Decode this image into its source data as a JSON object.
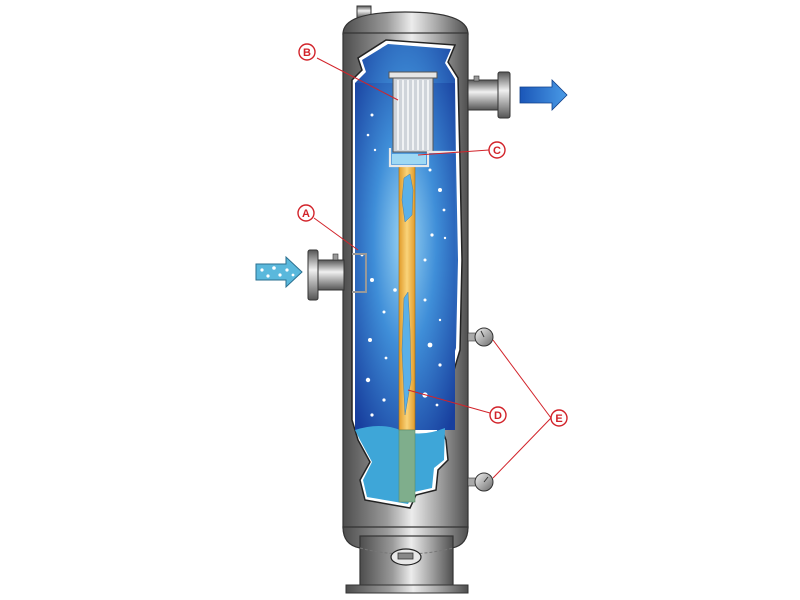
{
  "diagram": {
    "type": "vessel-cutaway",
    "subject": "vertical separator vessel with inlet, internal element, outlet and gauges",
    "colors": {
      "callout": "#d2232a",
      "shell_dark": "#5a5a5a",
      "shell_light": "#e6e6e6",
      "gas_blue_dark": "#1a4aa8",
      "gas_blue_light": "#6fc3ee",
      "tube_orange": "#f2b542",
      "liquid_blue": "#3ea6d8",
      "liquid_green": "#7fae8c",
      "arrow_out_blue": "#1e63c4",
      "arrow_in_cyan": "#5ab8dc"
    },
    "callouts": [
      {
        "id": "A",
        "label": "A",
        "target": "inlet deflector"
      },
      {
        "id": "B",
        "label": "B",
        "target": "filter element"
      },
      {
        "id": "C",
        "label": "C",
        "target": "element collection cup"
      },
      {
        "id": "D",
        "label": "D",
        "target": "drain tube"
      },
      {
        "id": "E",
        "label": "E",
        "target": "level gauges"
      }
    ],
    "flows": [
      {
        "name": "inlet",
        "direction": "right",
        "style": "dotted-cyan-arrow"
      },
      {
        "name": "outlet",
        "direction": "right",
        "style": "solid-blue-arrow"
      }
    ]
  }
}
